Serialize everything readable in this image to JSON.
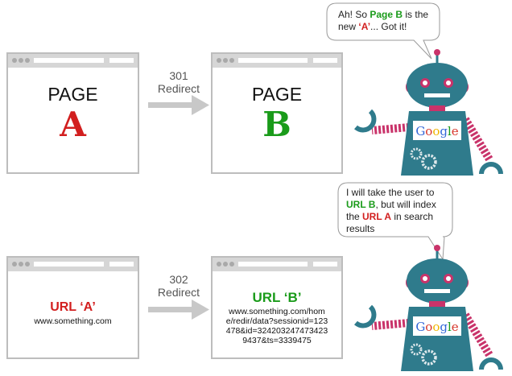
{
  "top": {
    "page_a": {
      "title": "PAGE",
      "letter": "A"
    },
    "redirect": {
      "code": "301",
      "label": "Redirect"
    },
    "page_b": {
      "title": "PAGE",
      "letter": "B"
    },
    "bubble": {
      "p1": "Ah! So ",
      "hl1": "Page B",
      "p2": " is the new ",
      "hl2": "‘A’",
      "p3": "... Got it!"
    },
    "robot_badge": "Google"
  },
  "bottom": {
    "url_a": {
      "title": "URL ‘A’",
      "url": "www.something.com"
    },
    "redirect": {
      "code": "302",
      "label": "Redirect"
    },
    "url_b": {
      "title": "URL ‘B’",
      "url": "www.something.com/home/redir/data?sessionid=123478&id=3242032474734239437&ts=3339475"
    },
    "bubble": {
      "p1": "I will take the user to ",
      "hl1": "URL B",
      "p2": ", but will index the ",
      "hl2": "URL A",
      "p3": " in search results"
    },
    "robot_badge": "Google"
  },
  "colors": {
    "red": "#d21f1f",
    "green": "#1a9b1a",
    "robot_body": "#2f7b8c",
    "robot_pink": "#c9336a"
  }
}
